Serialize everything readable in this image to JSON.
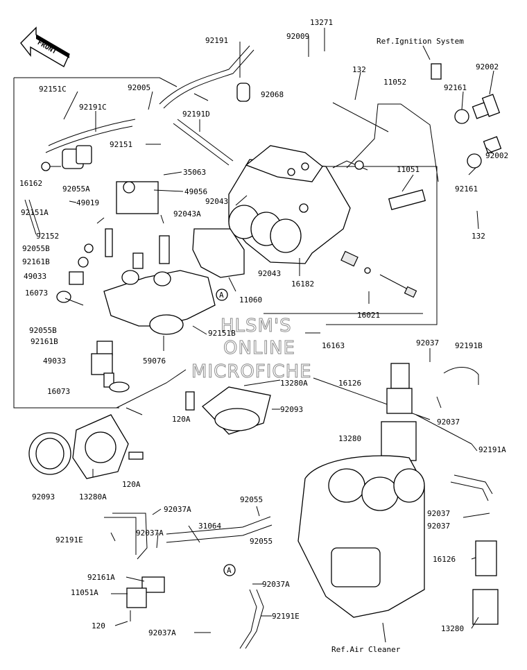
{
  "front_label": "FRONT",
  "watermark": [
    "HLSM'S",
    "ONLINE",
    "MICROFICHE"
  ],
  "callouts": {
    "c13271": "13271",
    "c92009": "92009",
    "c92191_top": "92191",
    "c92005": "92005",
    "c92151C": "92151C",
    "c92191C": "92191C",
    "c92068": "92068",
    "c92191D": "92191D",
    "c132_a": "132",
    "c11052": "11052",
    "ref_ignition": "Ref.Ignition System",
    "c92002_a": "92002",
    "c92161_a": "92161",
    "c92002_b": "92002",
    "c92161_b": "92161",
    "c11051": "11051",
    "c132_b": "132",
    "c92151": "92151",
    "c35063": "35063",
    "c16162": "16162",
    "c92055A": "92055A",
    "c49019": "49019",
    "c49056": "49056",
    "c92151A": "92151A",
    "c92043": "92043",
    "c92043A": "92043A",
    "c92152": "92152",
    "c92055B_a": "92055B",
    "c92161B_a": "92161B",
    "c49033_a": "49033",
    "c16073_a": "16073",
    "circle_A1": "A",
    "c11060": "11060",
    "c92043_b": "92043",
    "c16182": "16182",
    "c16021": "16021",
    "c92055B_b": "92055B",
    "c92161B_b": "92161B",
    "c92151B": "92151B",
    "c16163": "16163",
    "c49033_b": "49033",
    "c59076": "59076",
    "c92037_a": "92037",
    "c92191B": "92191B",
    "c16126_a": "16126",
    "c16073_b": "16073",
    "c13280A_a": "13280A",
    "c92093_a": "92093",
    "c120A_a": "120A",
    "c92037_b": "92037",
    "c13280_a": "13280",
    "c92191A": "92191A",
    "c120A_b": "120A",
    "c92093_b": "92093",
    "c13280A_b": "13280A",
    "c92037A_a": "92037A",
    "c92055_a": "92055",
    "c31064": "31064",
    "c92191E_a": "92191E",
    "c92037A_b": "92037A",
    "c92037_c": "92037",
    "c92037_d": "92037",
    "c92055_b": "92055",
    "c92161A": "92161A",
    "circle_A2": "A",
    "c92037A_c": "92037A",
    "c11051A": "11051A",
    "c16126_b": "16126",
    "c120": "120",
    "c92191E_b": "92191E",
    "c92037A_d": "92037A",
    "c13280_b": "13280",
    "ref_air": "Ref.Air Cleaner"
  }
}
